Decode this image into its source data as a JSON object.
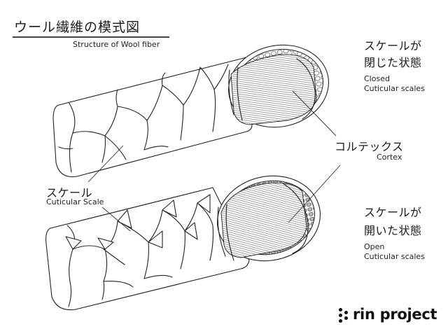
{
  "title": {
    "jp": "ウール繊維の模式図",
    "en": "Structure of Wool fiber"
  },
  "labels": {
    "closed": {
      "jp_line1": "スケールが",
      "jp_line2": "閉じた状態",
      "en_line1": "Closed",
      "en_line2": "Cuticular scales"
    },
    "cortex": {
      "jp": "コルテックス",
      "en": "Cortex"
    },
    "scale": {
      "jp": "スケール",
      "en": "Cuticular Scale"
    },
    "open": {
      "jp_line1": "スケールが",
      "jp_line2": "開いた状態",
      "en_line1": "Open",
      "en_line2": "Cuticular scales"
    }
  },
  "brand": {
    "text": "rin project"
  }
}
